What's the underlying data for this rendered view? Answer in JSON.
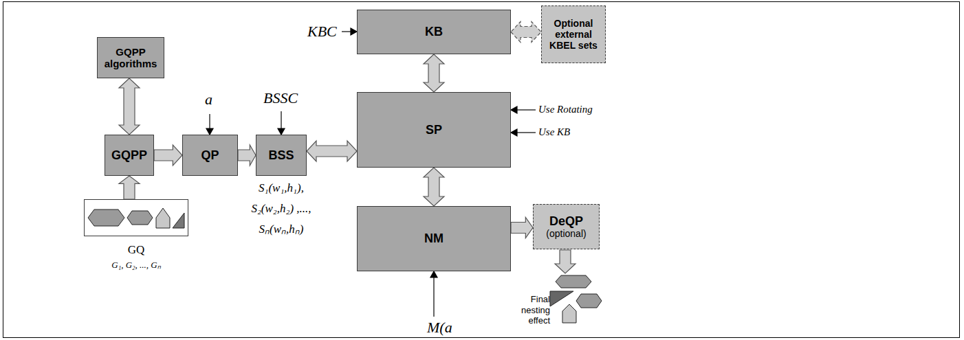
{
  "diagram": {
    "nodes": [
      {
        "text": [
          "GQPP algorithms"
        ]
      },
      {
        "text": [
          "GQPP"
        ]
      },
      {
        "text": [
          "GQ",
          "G₁, G₂, ..., Gₙ"
        ]
      },
      {
        "text": [
          "QP"
        ]
      },
      {
        "text": [
          "BSS",
          "S₁(w₁,h₁), S₂(w₂,h₂) ,..., Sₙ(wₙ,hₙ)"
        ]
      },
      {
        "text": [
          "KB"
        ]
      },
      {
        "text": [
          "Optional external KBEL sets"
        ]
      },
      {
        "text": [
          "SP"
        ]
      },
      {
        "text": [
          "NM"
        ]
      },
      {
        "text": [
          "DeQP",
          "(optional)"
        ]
      }
    ],
    "edges": [
      {
        "from": 0,
        "to": 1,
        "arrow": "both"
      },
      {
        "from": 2,
        "to": 1,
        "arrow": "to"
      },
      {
        "from": 1,
        "to": 3,
        "arrow": "to"
      },
      {
        "from": 3,
        "to": 4,
        "arrow": "to"
      },
      {
        "from": 4,
        "to": 7,
        "arrow": "both"
      },
      {
        "from": 5,
        "to": 7,
        "arrow": "both"
      },
      {
        "from": 5,
        "to": 6,
        "arrow": "both"
      },
      {
        "from": 7,
        "to": 8,
        "arrow": "both"
      },
      {
        "from": 8,
        "to": 9,
        "arrow": "to"
      }
    ],
    "labels": [
      "a",
      "BSSC",
      "KBC",
      "Use Rotating",
      "Use KB",
      "M(a",
      "Final nesting effect"
    ]
  }
}
